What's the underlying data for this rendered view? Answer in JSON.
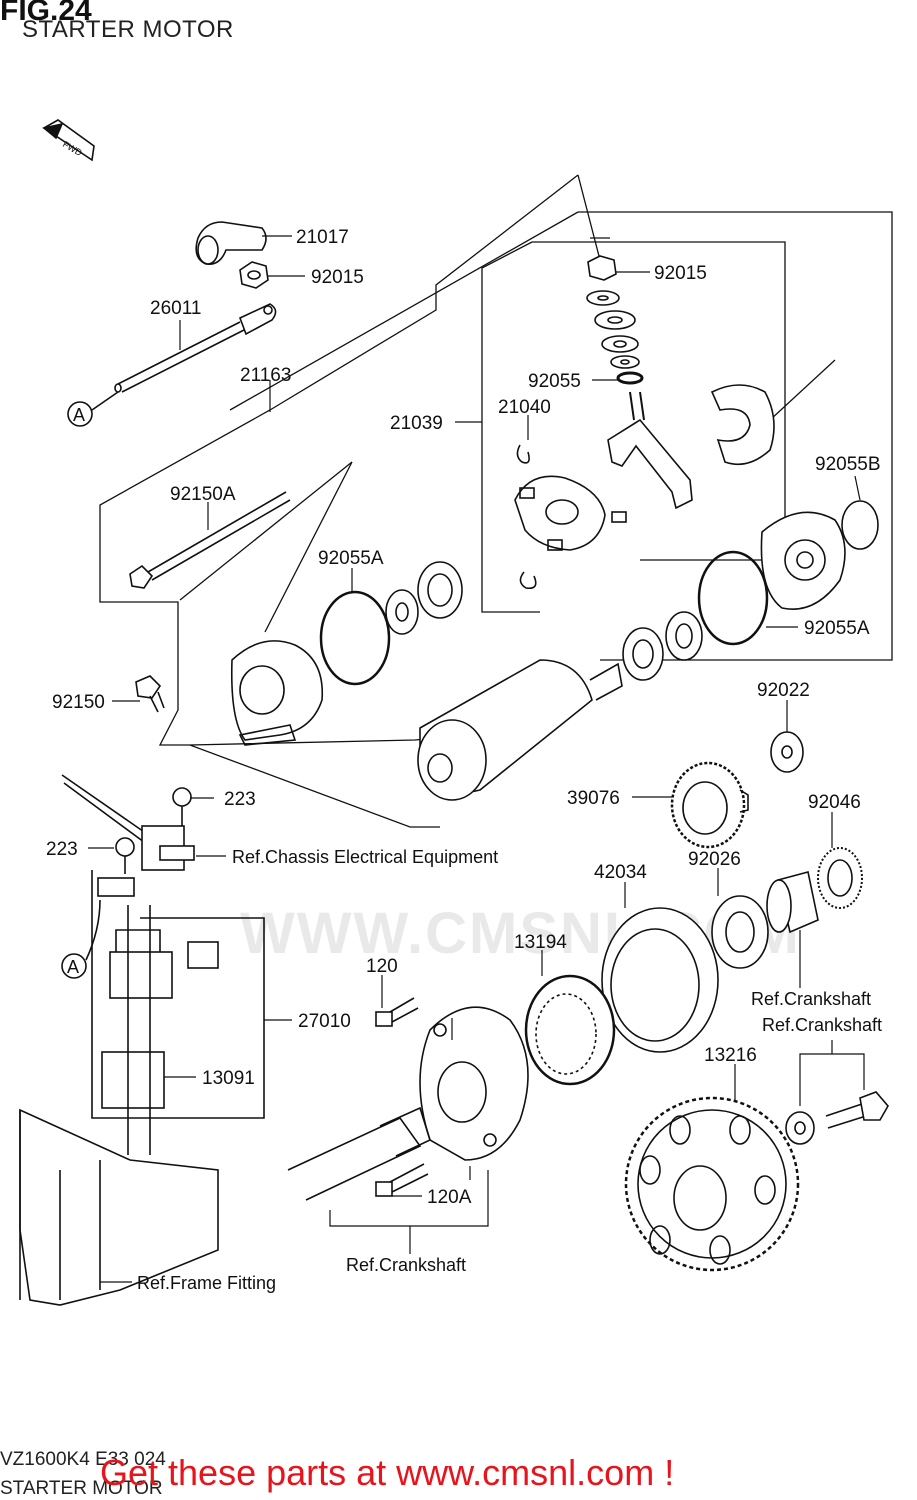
{
  "header": {
    "title": "FIG.24",
    "subtitle": "STARTER MOTOR"
  },
  "fwd_arrow": "FWD",
  "watermark": "WWW.CMSNL.COM",
  "parts": {
    "p21017": "21017",
    "p92015a": "92015",
    "p92015b": "92015",
    "p26011": "26011",
    "p21163": "21163",
    "p21039": "21039",
    "p21040": "21040",
    "p92055": "92055",
    "p92055B": "92055B",
    "p92150A": "92150A",
    "p92055Aa": "92055A",
    "p92055Ab": "92055A",
    "p92150": "92150",
    "p92022": "92022",
    "p39076": "39076",
    "p92046": "92046",
    "p223a": "223",
    "p223b": "223",
    "p42034": "42034",
    "p92026": "92026",
    "p13194": "13194",
    "p120": "120",
    "p27010": "27010",
    "p13091": "13091",
    "p13216": "13216",
    "p120A": "120A"
  },
  "refs": {
    "chassis": "Ref.Chassis Electrical Equipment",
    "crank1": "Ref.Crankshaft",
    "crank2": "Ref.Crankshaft",
    "crank3": "Ref.Crankshaft",
    "frame": "Ref.Frame Fitting"
  },
  "markers": {
    "a1": "A",
    "a2": "A"
  },
  "footer": {
    "code": "VZ1600K4 E33 024",
    "subtitle": "STARTER MOTOR",
    "promo": "Get these parts at www.cmsnl.com !"
  }
}
